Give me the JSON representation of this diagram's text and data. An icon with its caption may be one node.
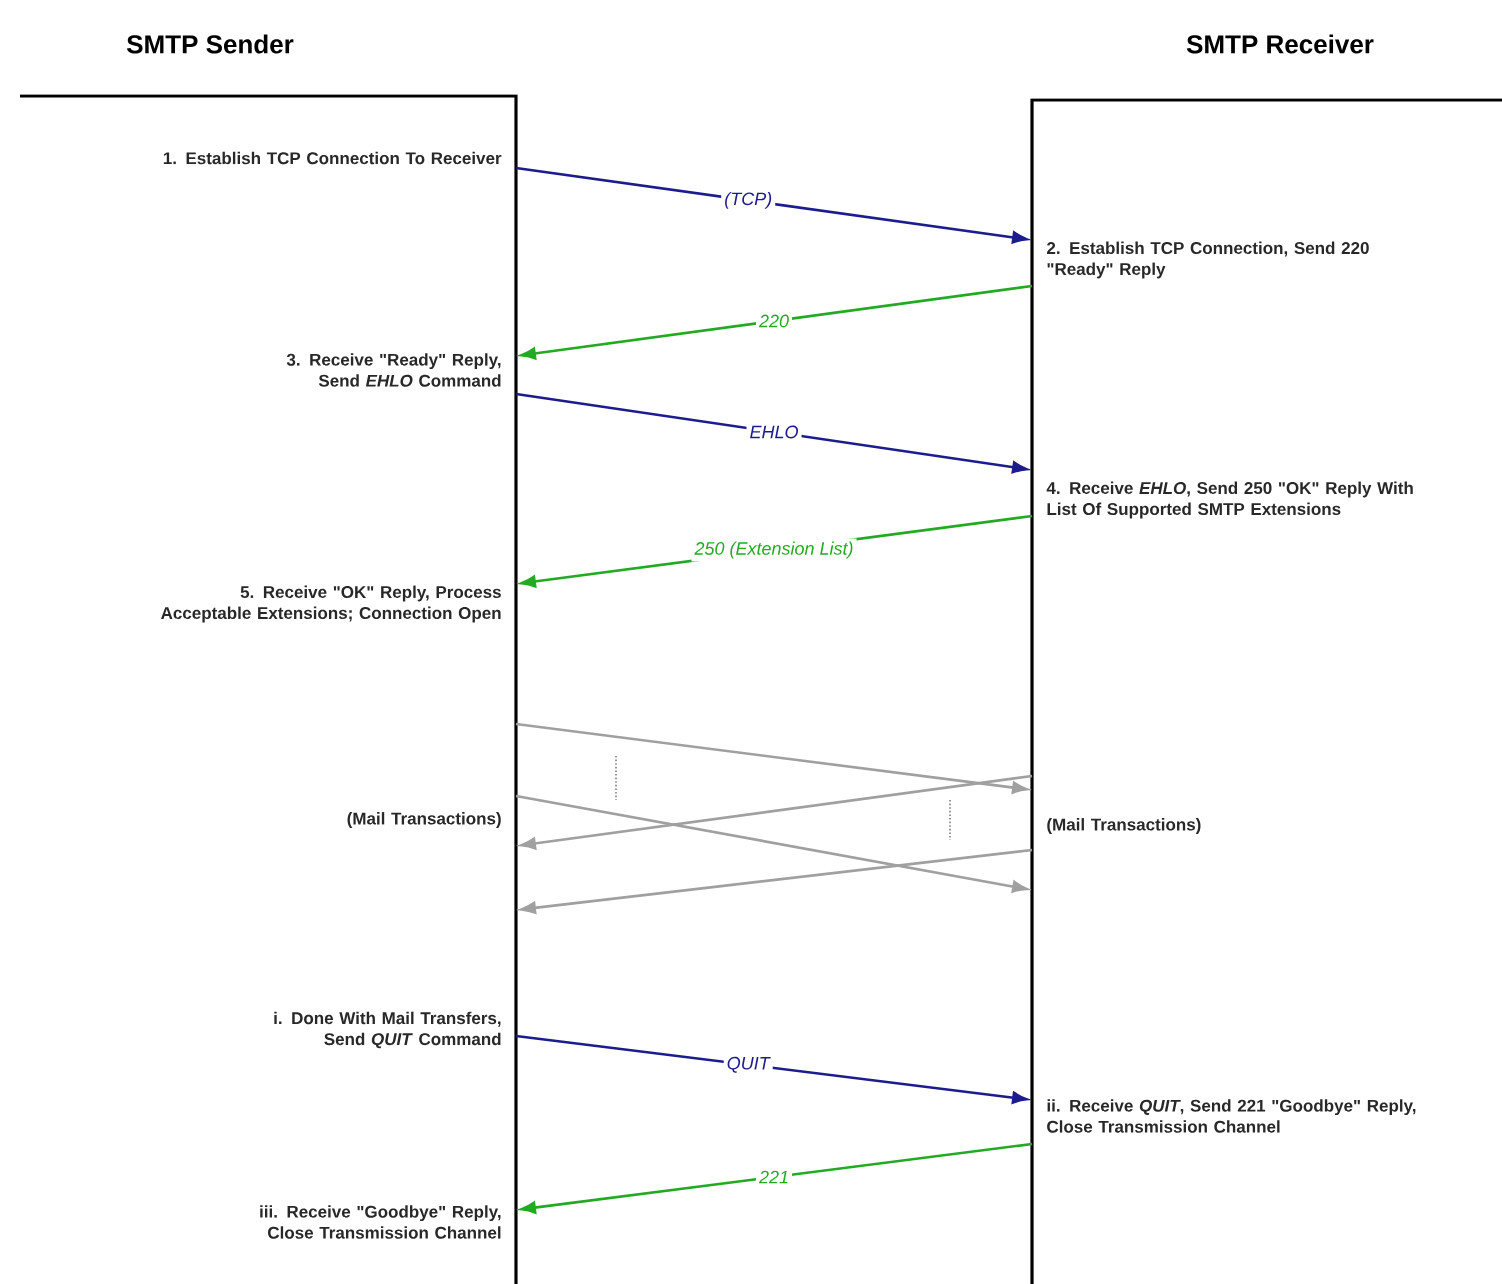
{
  "diagram": {
    "nodes": [
      {
        "text": [
          "SMTP Sender"
        ]
      },
      {
        "text": [
          "SMTP Receiver"
        ]
      },
      {
        "text": [
          "1. Establish TCP Connection To Receiver"
        ],
        "in": 0
      },
      {
        "text": [
          "2. Establish TCP Connection, Send 220 \"Ready\" Reply"
        ],
        "in": 1
      },
      {
        "text": [
          "3. Receive \"Ready\" Reply, Send *EHLO* Command"
        ],
        "in": 0
      },
      {
        "text": [
          "4. Receive *EHLO*, Send 250 \"OK\" Reply With List Of Supported SMTP Extensions"
        ],
        "in": 1
      },
      {
        "text": [
          "5. Receive \"OK\" Reply, Process Acceptable Extensions; Connection Open"
        ],
        "in": 0
      },
      {
        "text": [
          "(Mail Transactions)"
        ],
        "in": 0
      },
      {
        "text": [
          "(Mail Transactions)"
        ],
        "in": 1
      },
      {
        "text": [
          "i. Done With Mail Transfers, Send *QUIT* Command"
        ],
        "in": 0
      },
      {
        "text": [
          "ii. Receive *QUIT*, Send 221 \"Goodbye\" Reply, Close Transmission Channel"
        ],
        "in": 1
      },
      {
        "text": [
          "iii. Receive \"Goodbye\" Reply, Close Transmission Channel"
        ],
        "in": 0
      }
    ],
    "edges": [
      {
        "from": 2,
        "to": 3,
        "arrow": "to",
        "label": "(TCP)",
        "color": "#1c1c8e"
      },
      {
        "from": 3,
        "to": 4,
        "arrow": "to",
        "label": "220",
        "color": "#22aa22"
      },
      {
        "from": 4,
        "to": 5,
        "arrow": "to",
        "label": "EHLO",
        "color": "#1c1c8e"
      },
      {
        "from": 5,
        "to": 6,
        "arrow": "to",
        "label": "250 (Extension List)",
        "color": "#22aa22"
      },
      {
        "from": 7,
        "to": 8,
        "arrow": "to",
        "color": "#a0a0a0"
      },
      {
        "from": 8,
        "to": 7,
        "arrow": "to",
        "color": "#a0a0a0"
      },
      {
        "from": 7,
        "to": 8,
        "arrow": "to",
        "color": "#a0a0a0"
      },
      {
        "from": 8,
        "to": 7,
        "arrow": "to",
        "color": "#a0a0a0"
      },
      {
        "from": 9,
        "to": 10,
        "arrow": "to",
        "label": "QUIT",
        "color": "#1c1c8e"
      },
      {
        "from": 10,
        "to": 11,
        "arrow": "to",
        "label": "221",
        "color": "#22aa22"
      }
    ]
  }
}
